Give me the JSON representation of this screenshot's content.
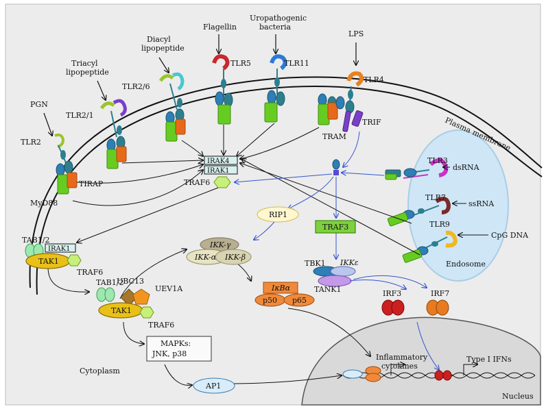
{
  "ligands": {
    "pgn": "PGN",
    "triacyl": [
      "Triacyl",
      "lipopeptide"
    ],
    "diacyl": [
      "Diacyl",
      "lipopeptide"
    ],
    "flagellin": "Flagellin",
    "uropathogenic": [
      "Uropathogenic",
      "bacteria"
    ],
    "lps": "LPS",
    "dsrna": "dsRNA",
    "ssrna": "ssRNA",
    "cpg": "CpG DNA"
  },
  "receptors": {
    "tlr2": "TLR2",
    "tlr21": "TLR2/1",
    "tlr26": "TLR2/6",
    "tlr5": "TLR5",
    "tlr11": "TLR11",
    "tlr4": "TLR4",
    "tlr3": "TLR3",
    "tlr7": "TLR7",
    "tlr9": "TLR9"
  },
  "adaptors": {
    "tirap": "TIRAP",
    "myd88": "MyD88",
    "tram": "TRAM",
    "trif": "TRIF"
  },
  "signaling": {
    "irak4": "IRAK4",
    "irak1": "IRAK1",
    "traf6": "TRAF6",
    "rip1": "RIP1",
    "traf3": "TRAF3",
    "tab12": "TAB1/2",
    "tak1": "TAK1",
    "ubc13": "UBC13",
    "uev1a": "UEV1A",
    "ikk_gamma": "IKK-γ",
    "ikk_alpha": "IKK-α",
    "ikk_beta": "IKK-β",
    "ikba": "IκBα",
    "p50": "p50",
    "p65": "p65",
    "tbk1": "TBK1",
    "ikke": "IKKε",
    "tank1": "TANK1",
    "irf3": "IRF3",
    "irf7": "IRF7",
    "mapks": [
      "MAPKs:",
      "JNK, p38"
    ],
    "ap1": "AP1"
  },
  "compartments": {
    "plasma_membrane": "Plasma membrane",
    "endosome": "Endosome",
    "cytoplasm": "Cytoplasm",
    "nucleus": "Nucleus"
  },
  "outputs": {
    "inflammatory": [
      "Inflammatory",
      "cytokines"
    ],
    "type1_ifns": "Type I IFNs"
  },
  "colors": {
    "background": "#ececec",
    "endosome": "#cfe6f6",
    "nucleus": "#d9d9d9",
    "receptor_blue": "#2d7fb5",
    "teal": "#2c7f8f",
    "tir_green": "#66cc22",
    "tir_orange": "#e66a1a",
    "arrow_blue": "#3355cc"
  }
}
